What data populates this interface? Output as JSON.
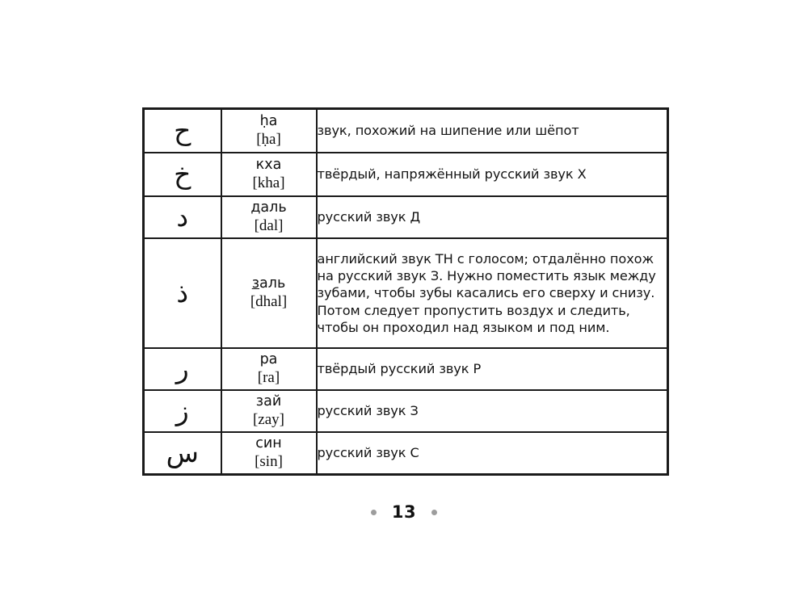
{
  "document": {
    "type": "arabic-alphabet-reference-table",
    "page_number": "13",
    "footer_dot_color": "#9d9d9d",
    "text_color": "#111111",
    "border_color": "#1a1a1a",
    "background": "#ffffff"
  },
  "table": {
    "rows": [
      {
        "letter": "ح",
        "name": "ḥa",
        "name_plain": "ḥa",
        "transcription": "[ḥa]",
        "description": "звук, похожий на шипение или шёпот"
      },
      {
        "letter": "خ",
        "name": "кха",
        "name_plain": "кха",
        "transcription": "[kha]",
        "description": "твёрдый, напряжённый русский звук Х"
      },
      {
        "letter": "د",
        "name": "даль",
        "name_plain": "даль",
        "transcription": "[dal]",
        "description": "русский звук Д"
      },
      {
        "letter": "ذ",
        "name_underlined_prefix": "з",
        "name_rest": "аль",
        "name_plain": "заль",
        "transcription": "[dhal]",
        "description": "английский звук TH с голосом; отдалённо похож на русский звук З. Нужно поместить язык между зубами, чтобы зубы касались его сверху и снизу. Потом следует пропустить воздух и следить, чтобы он проходил над языком и под ним."
      },
      {
        "letter": "ر",
        "name": "ра",
        "name_plain": "ра",
        "transcription": "[ra]",
        "description": "твёрдый русский звук Р"
      },
      {
        "letter": "ز",
        "name": "зай",
        "name_plain": "зай",
        "transcription": "[zay]",
        "description": "русский звук З"
      },
      {
        "letter": "س",
        "name": "син",
        "name_plain": "син",
        "transcription": "[sin]",
        "description": "русский звук С"
      }
    ]
  },
  "footer": {
    "page_number": "13",
    "left_dot": "•",
    "right_dot": "•"
  }
}
